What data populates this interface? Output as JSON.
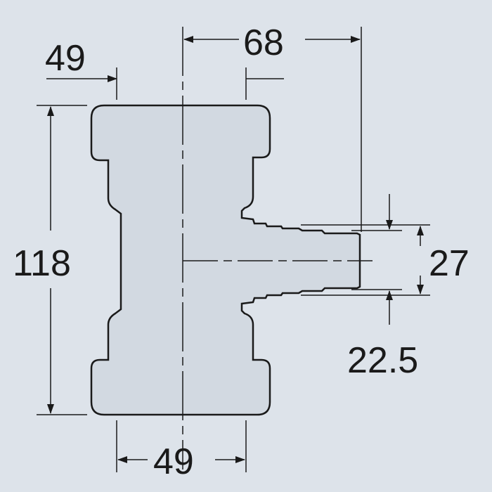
{
  "diagram": {
    "background_color": "#dde3ea",
    "part_fill": "#d2d9e1",
    "line_color": "#1a1a1a",
    "dimensions": {
      "top_width": "49",
      "overall_reach": "68",
      "height": "118",
      "outlet_outer": "27",
      "outlet_inner": "22.5",
      "bottom_width": "49"
    }
  }
}
